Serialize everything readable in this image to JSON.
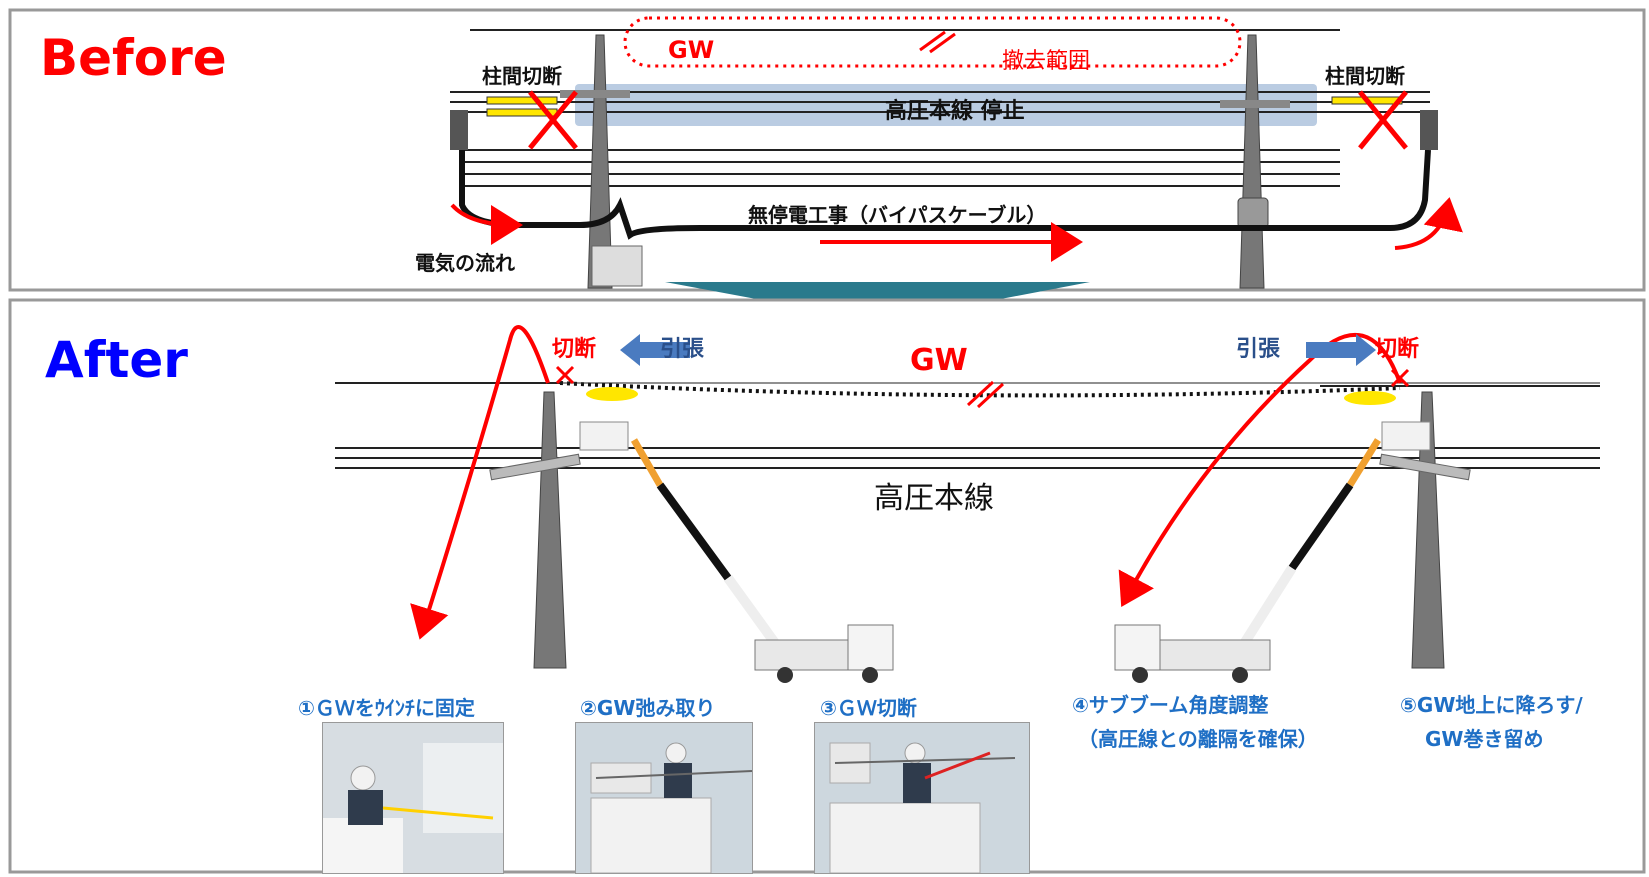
{
  "before": {
    "title": "Before",
    "gw_label": "GW",
    "removal_range": "撤去範囲",
    "cut_left": "柱間切断",
    "cut_right": "柱間切断",
    "hv_stop": "高圧本線 停止",
    "bypass": "無停電工事（バイパスケーブル）",
    "current_flow": "電気の流れ"
  },
  "after": {
    "title": "After",
    "gw_label": "GW",
    "hv_line": "高圧本線",
    "cut_left": "切断",
    "pull_left": "引張",
    "pull_right": "引張",
    "cut_right": "切断"
  },
  "steps": [
    {
      "label": "①ＧＷをｳｲﾝﾁに固定"
    },
    {
      "label": "②GW弛み取り"
    },
    {
      "label": "③ＧＷ切断"
    },
    {
      "label_line1": "④サブブーム角度調整",
      "label_line2": "（高圧線との離隔を確保）"
    },
    {
      "label_line1": "⑤GW地上に降ろす/",
      "label_line2": "GW巻き留め"
    }
  ],
  "colors": {
    "red": "#ff0000",
    "blue": "#0000ff",
    "step_blue": "#1f6fc5",
    "teal": "#2a7a8c",
    "highlight": "#9db7d6",
    "frame": "#999999"
  }
}
